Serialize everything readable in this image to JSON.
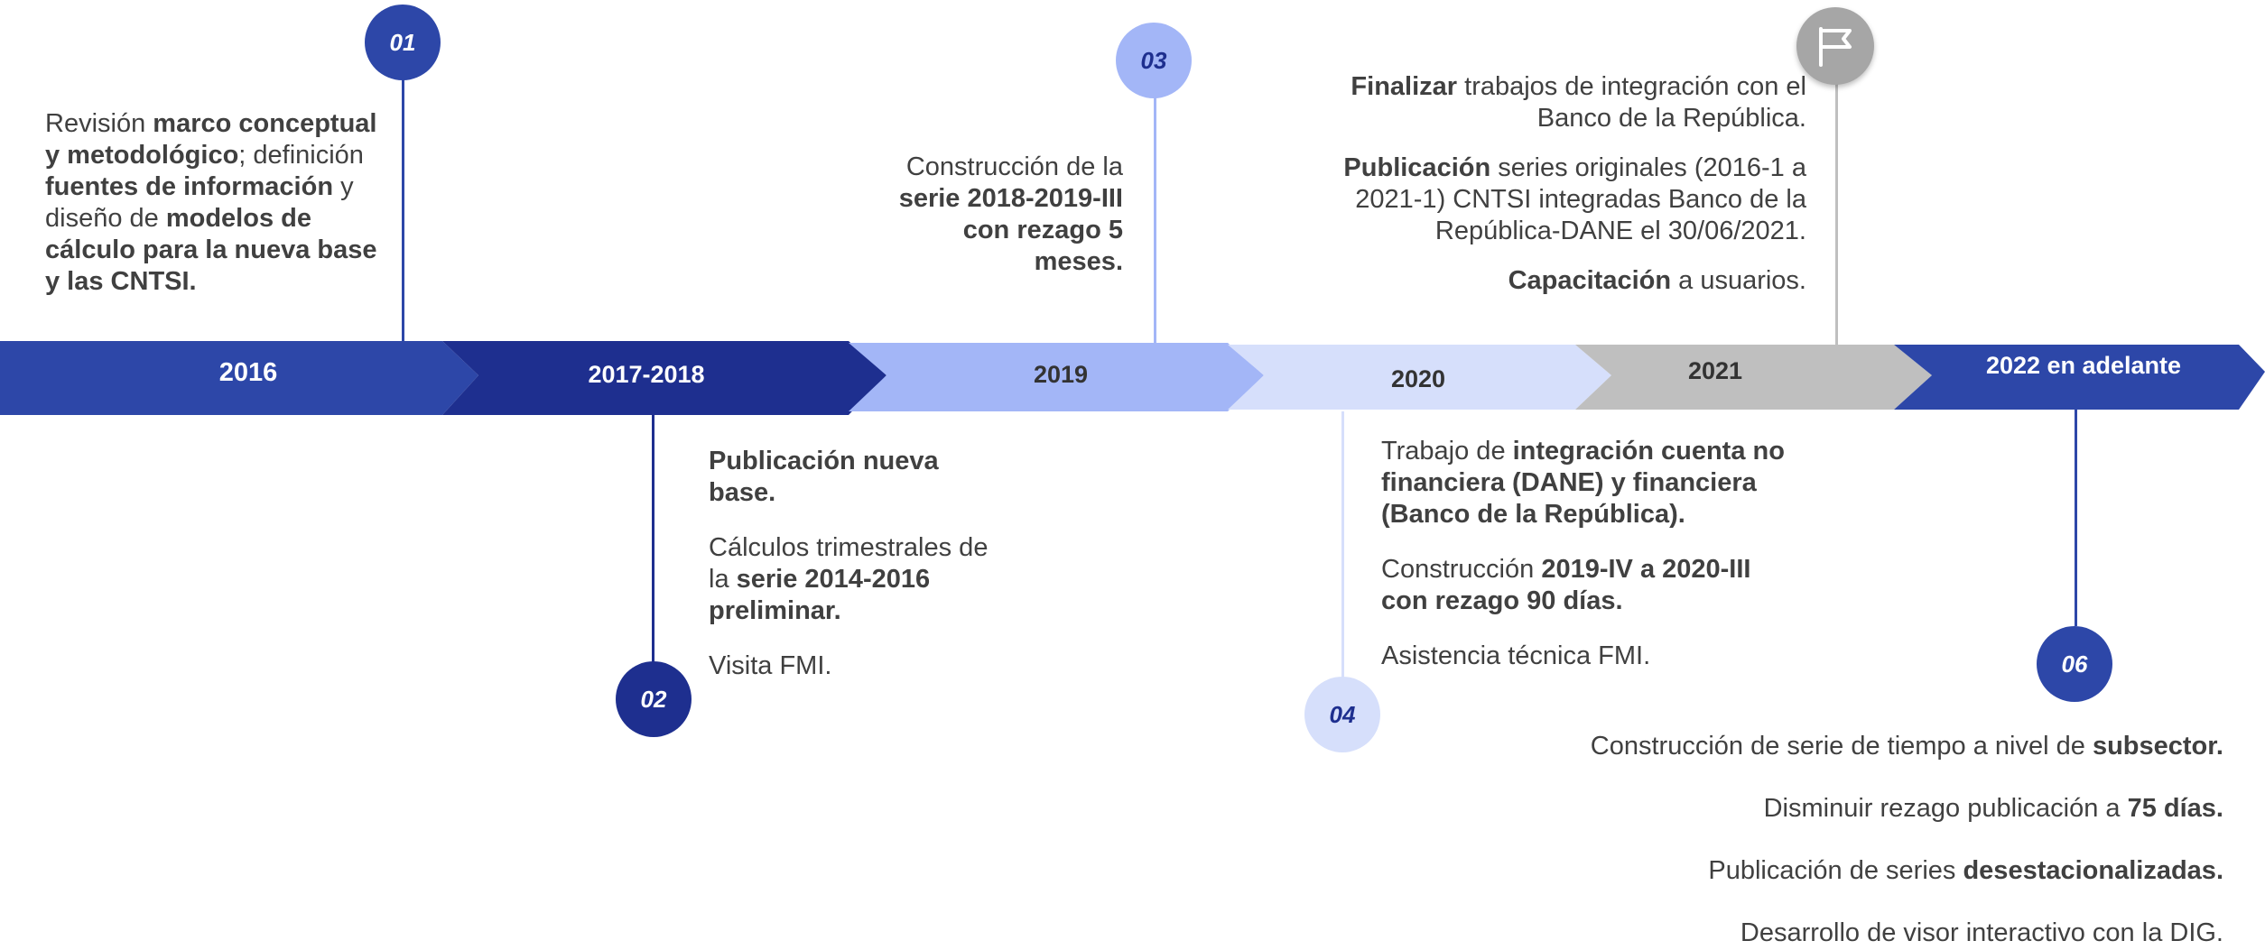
{
  "colors": {
    "blue_medium": "#2D47A8",
    "blue_dark": "#1E2F8F",
    "blue_light": "#A3B6F7",
    "blue_pale": "#D6DFFB",
    "gray": "#BFBFBF",
    "gray_dark": "#A6A6A6",
    "text": "#404040"
  },
  "segments": [
    {
      "label": "2016"
    },
    {
      "label": "2017-2018"
    },
    {
      "label": "2019"
    },
    {
      "label": "2020"
    },
    {
      "label": "2021"
    },
    {
      "label": "2022 en adelante"
    }
  ],
  "markers": [
    {
      "number": "01"
    },
    {
      "number": "02"
    },
    {
      "number": "03"
    },
    {
      "number": "04"
    },
    {
      "icon": "flag-icon"
    },
    {
      "number": "06"
    }
  ],
  "m01": {
    "t1": "Revisión ",
    "b1": "marco conceptual y metodológico",
    "t2": "; definición ",
    "b2": "fuentes de información",
    "t3": " y diseño de ",
    "b3": "modelos de cálculo para la nueva base y las CNTSI."
  },
  "m02": {
    "p1": "Publicación nueva base.",
    "p2_t": "Cálculos trimestrales de la ",
    "p2_b": "serie 2014-2016 preliminar.",
    "p3": "Visita FMI."
  },
  "m03": {
    "t1": "Construcción de la ",
    "b1": "serie 2018-2019-III con rezago 5 meses."
  },
  "m04": {
    "p1_t": "Trabajo de ",
    "p1_b": "integración cuenta no financiera (DANE) y financiera (Banco de la República).",
    "p2_t": "Construcción ",
    "p2_b": "2019-IV a 2020-III con rezago 90 días.",
    "p3": "Asistencia técnica FMI."
  },
  "m05": {
    "p1_b": "Finalizar",
    "p1_t": " trabajos de integración con el Banco de la República.",
    "p2_b": "Publicación",
    "p2_t": " series originales (2016-1 a 2021-1) CNTSI integradas Banco de la República-DANE el 30/06/2021.",
    "p3_b": "Capacitación",
    "p3_t": " a usuarios."
  },
  "m06": {
    "p1_t": "Construcción de serie de tiempo a nivel de ",
    "p1_b": "subsector.",
    "p2_t": "Disminuir rezago publicación a ",
    "p2_b": "75 días.",
    "p3_t": "Publicación de series ",
    "p3_b": "desestacionalizadas.",
    "p4": "Desarrollo de visor interactivo con la DIG."
  }
}
